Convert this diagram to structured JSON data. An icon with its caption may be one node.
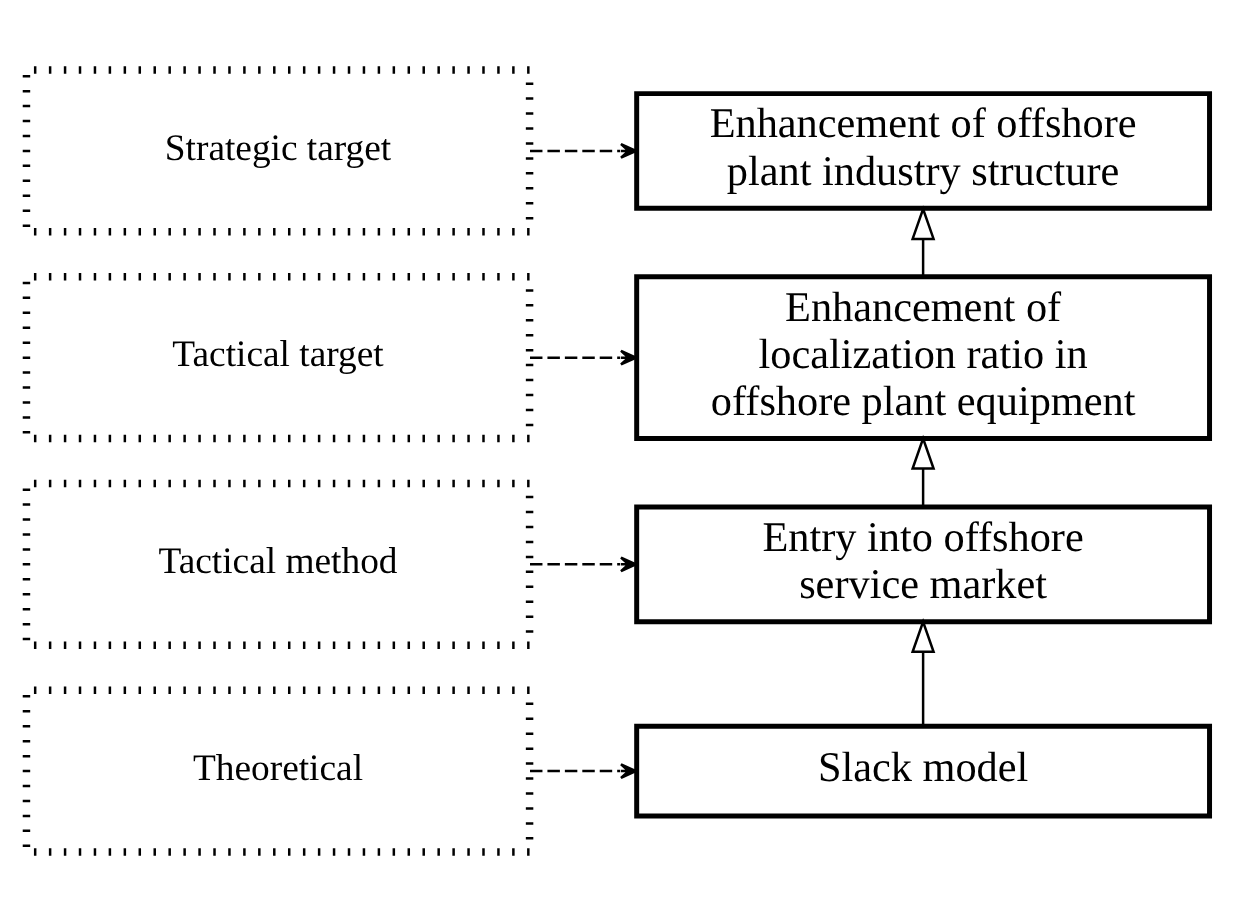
{
  "diagram": {
    "nodes": [
      {
        "text": [
          "Strategic target"
        ]
      },
      {
        "text": [
          "Enhancement of offshore plant industry structure"
        ]
      },
      {
        "text": [
          "Tactical target"
        ]
      },
      {
        "text": [
          "Enhancement of localization ratio in offshore plant equipment"
        ]
      },
      {
        "text": [
          "Tactical method"
        ]
      },
      {
        "text": [
          "Entry into offshore service market"
        ]
      },
      {
        "text": [
          "Theoretical"
        ]
      },
      {
        "text": [
          "Slack model"
        ]
      }
    ],
    "edges": [
      {
        "from": 0,
        "to": 1,
        "arrow": "to",
        "style": "dashed"
      },
      {
        "from": 3,
        "to": 1,
        "arrow": "to"
      },
      {
        "from": 2,
        "to": 3,
        "arrow": "to",
        "style": "dashed"
      },
      {
        "from": 5,
        "to": 3,
        "arrow": "to"
      },
      {
        "from": 4,
        "to": 5,
        "arrow": "to",
        "style": "dashed"
      },
      {
        "from": 7,
        "to": 5,
        "arrow": "to"
      },
      {
        "from": 6,
        "to": 7,
        "arrow": "to",
        "style": "dashed"
      }
    ]
  }
}
